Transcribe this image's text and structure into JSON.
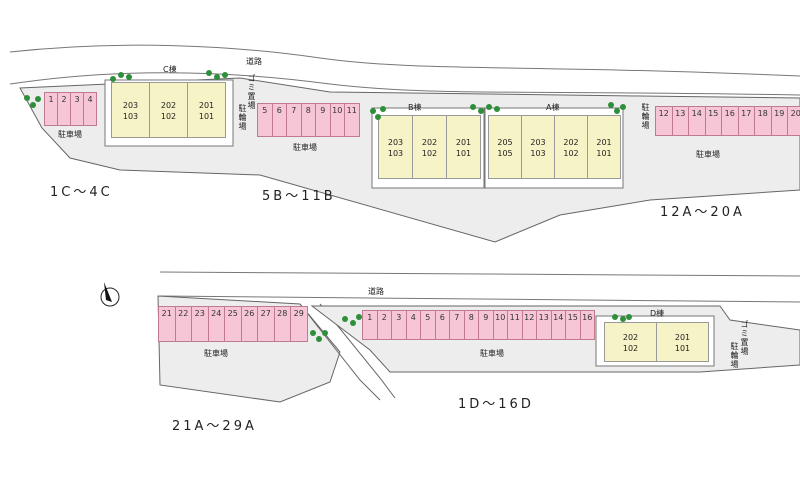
{
  "labels": {
    "road_top": "道路",
    "road_bottom": "道路",
    "building_c": "C棟",
    "building_b": "B棟",
    "building_a": "A棟",
    "building_d": "D棟",
    "garbage": "ゴミ置場",
    "bicycle": "駐輪場",
    "parking": "駐車場"
  },
  "ranges": {
    "c": "1C～4C",
    "b": "5B～11B",
    "a": "12A～20A",
    "a2": "21A～29A",
    "d": "1D～16D"
  },
  "spots": {
    "c": [
      "1",
      "2",
      "3",
      "4"
    ],
    "b": [
      "5",
      "6",
      "7",
      "8",
      "9",
      "10",
      "11"
    ],
    "a": [
      "12",
      "13",
      "14",
      "15",
      "16",
      "17",
      "18",
      "19",
      "20"
    ],
    "a2": [
      "21",
      "22",
      "23",
      "24",
      "25",
      "26",
      "27",
      "28",
      "29"
    ],
    "d": [
      "1",
      "2",
      "3",
      "4",
      "5",
      "6",
      "7",
      "8",
      "9",
      "10",
      "11",
      "12",
      "13",
      "14",
      "15",
      "16"
    ]
  },
  "units": {
    "c": [
      [
        "203",
        "103"
      ],
      [
        "202",
        "102"
      ],
      [
        "201",
        "101"
      ]
    ],
    "b": [
      [
        "203",
        "103"
      ],
      [
        "202",
        "102"
      ],
      [
        "201",
        "101"
      ]
    ],
    "a": [
      [
        "205",
        "105"
      ],
      [
        "203",
        "103"
      ],
      [
        "202",
        "102"
      ],
      [
        "201",
        "101"
      ]
    ],
    "d": [
      [
        "202",
        "102"
      ],
      [
        "201",
        "101"
      ]
    ]
  }
}
